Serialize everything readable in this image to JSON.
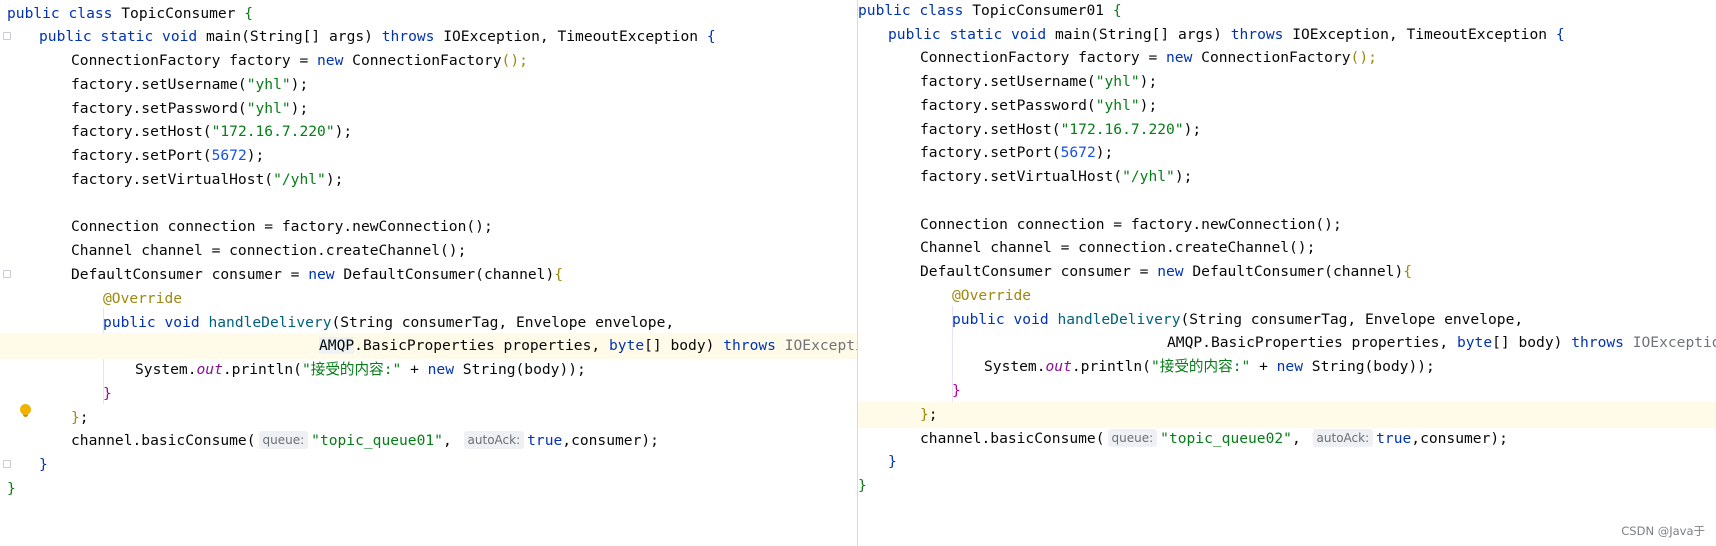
{
  "left": {
    "class_name": "TopicConsumer",
    "queue_value": "\"topic_queue01\""
  },
  "right": {
    "class_name": "TopicConsumer01",
    "queue_value": "\"topic_queue02\""
  },
  "code": {
    "public": "public",
    "class": "class",
    "static": "static",
    "void": "void",
    "main_sig": "main(String[] args)",
    "throws": "throws",
    "exceptions": "IOException, TimeoutException",
    "cf_type": "ConnectionFactory factory = ",
    "new": "new",
    "cf_ctor": "ConnectionFactory",
    "set_username": "factory.setUsername(",
    "username": "\"yhl\"",
    "set_password": "factory.setPassword(",
    "password": "\"yhl\"",
    "set_host": "factory.setHost(",
    "host": "\"172.16.7.220\"",
    "set_port": "factory.setPort(",
    "port": "5672",
    "set_vhost": "factory.setVirtualHost(",
    "vhost": "\"/yhl\"",
    "conn_line": "Connection connection = factory.newConnection();",
    "chan_line": "Channel channel = connection.createChannel();",
    "consumer_decl": "DefaultConsumer consumer = ",
    "consumer_ctor": "DefaultConsumer(channel)",
    "override": "@Override",
    "handle_name": "handleDelivery",
    "handle_params1": "(String consumerTag, Envelope envelope,",
    "amqp": "AMQP",
    "handle_params2": ".BasicProperties properties, ",
    "byte": "byte",
    "body_param": "[] body)",
    "ioexception": "IOException",
    "print_prefix": "System.",
    "out": "out",
    "println": ".println(",
    "print_string": "\"接受的内容:\"",
    "print_suffix": " + ",
    "string_body": "String(body));",
    "close_anon": "};",
    "basic_consume": "channel.basicConsume(",
    "queue_hint": "queue:",
    "autoack_hint": "autoAck:",
    "true": "true",
    "consume_end": ",consumer);",
    "open_brace": "{",
    "close_brace": "}",
    "semi": ";",
    "lparen": "(",
    "rparen": ")",
    "rparen_semi": ");",
    "paren_semi": "();",
    "comma": ", "
  },
  "watermark": "CSDN @Java于"
}
